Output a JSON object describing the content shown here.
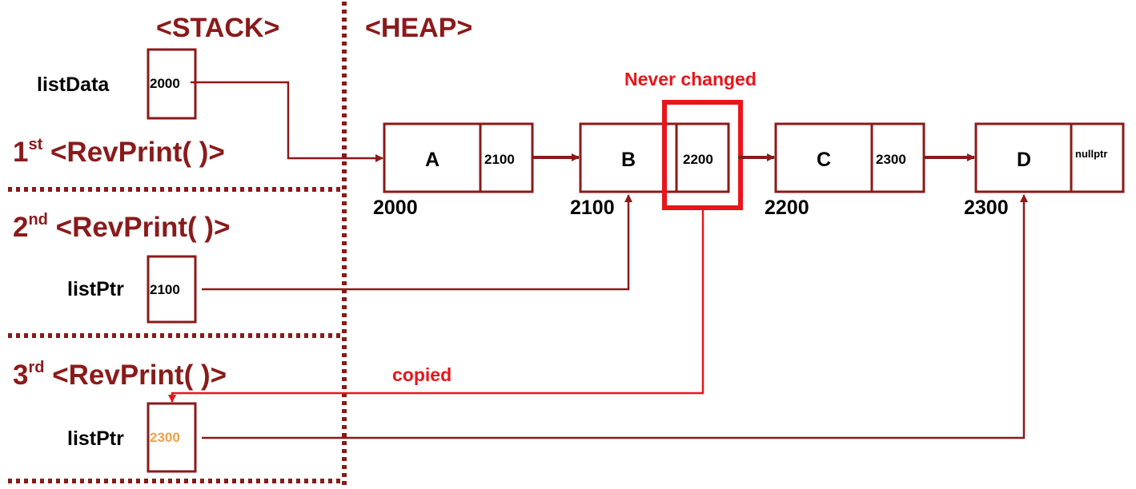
{
  "headers": {
    "stack": "<STACK>",
    "heap": "<HEAP>"
  },
  "stack": {
    "list_data": {
      "label": "listData",
      "value": "2000"
    },
    "frame1": {
      "ord": "1",
      "sup": "st",
      "rest": " <RevPrint( )>"
    },
    "frame2": {
      "ord": "2",
      "sup": "nd",
      "rest": " <RevPrint( )>"
    },
    "frame2_ptr": {
      "label": "listPtr",
      "value": "2100"
    },
    "frame3": {
      "ord": "3",
      "sup": "rd",
      "rest": " <RevPrint( )>"
    },
    "frame3_ptr": {
      "label": "listPtr",
      "value": "2300",
      "value_color": "#f0a04b"
    }
  },
  "nodes": [
    {
      "info": "A",
      "next": "2100",
      "address": "2000"
    },
    {
      "info": "B",
      "next": "2200",
      "address": "2100"
    },
    {
      "info": "C",
      "next": "2300",
      "address": "2200"
    },
    {
      "info": "D",
      "next": "nullptr",
      "address": "2300"
    }
  ],
  "annotations": {
    "never_changed": "Never changed",
    "copied": "copied"
  },
  "colors": {
    "dark_red": "#8b1a1a",
    "highlight_red": "#e8151b",
    "copied_value": "#f0a04b"
  }
}
